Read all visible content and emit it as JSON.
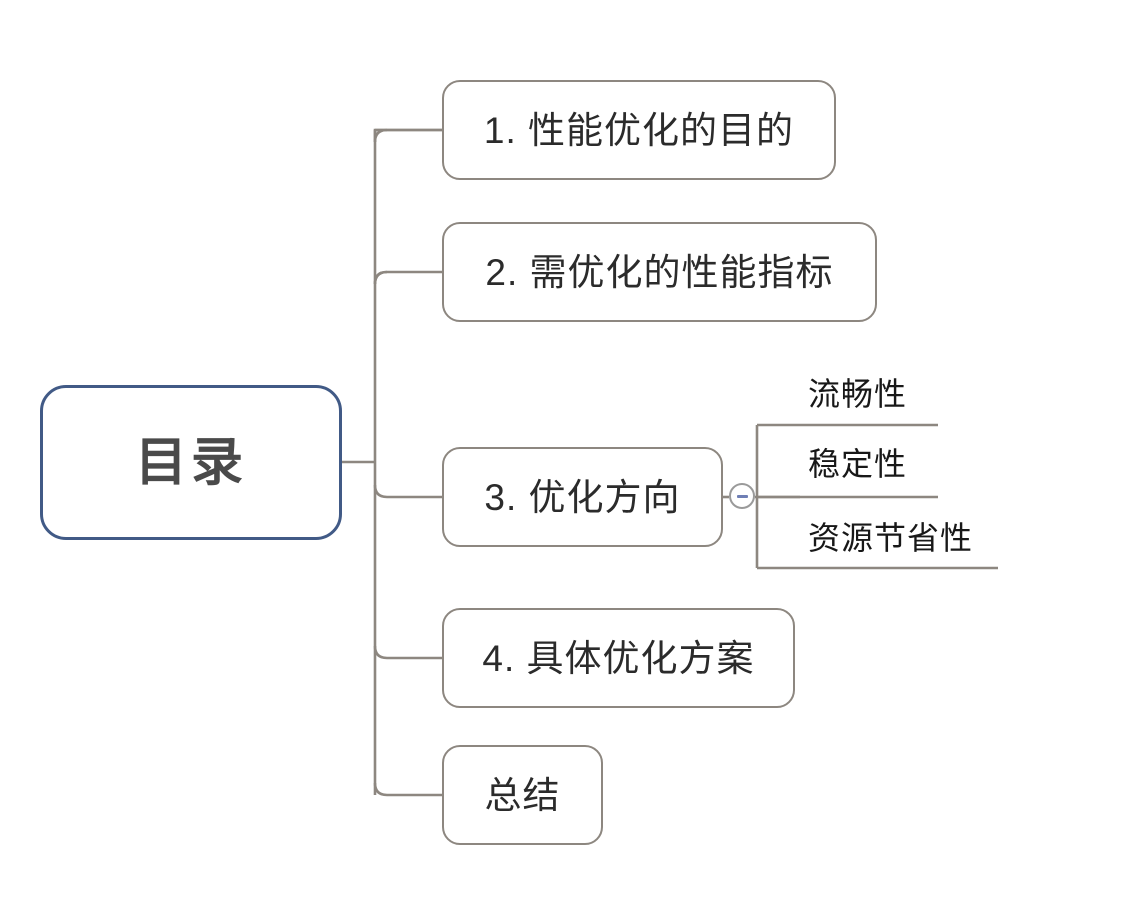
{
  "diagram": {
    "type": "mindmap",
    "title": "目录",
    "background_color": "#ffffff",
    "root": {
      "label": "目录",
      "border_color": "#415a86",
      "text_color": "#4a4a4a"
    },
    "branch_style": {
      "border_color": "#8d8780",
      "text_color": "#2b2b2b",
      "connector_color": "#8d8780"
    },
    "branches": [
      {
        "id": "b1",
        "label": "1. 性能优化的目的",
        "children": []
      },
      {
        "id": "b2",
        "label": "2. 需优化的性能指标",
        "children": []
      },
      {
        "id": "b3",
        "label": "3. 优化方向",
        "collapse_toggle": {
          "name": "collapse-toggle",
          "state": "expanded",
          "glyph": "minus-icon",
          "color": "#6f7fb5"
        },
        "children": [
          {
            "id": "l1",
            "label": "流畅性"
          },
          {
            "id": "l2",
            "label": "稳定性"
          },
          {
            "id": "l3",
            "label": "资源节省性"
          }
        ]
      },
      {
        "id": "b4",
        "label": "4. 具体优化方案",
        "children": []
      },
      {
        "id": "b5",
        "label": "总结",
        "children": []
      }
    ]
  }
}
